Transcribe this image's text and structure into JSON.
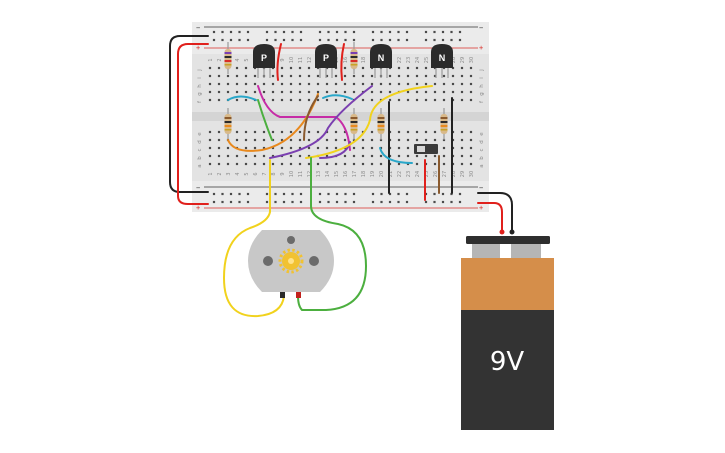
{
  "breadboard": {
    "column_numbers": [
      "1",
      "2",
      "3",
      "4",
      "5",
      "6",
      "7",
      "8",
      "9",
      "10",
      "11",
      "12",
      "13",
      "14",
      "15",
      "16",
      "17",
      "18",
      "19",
      "20",
      "21",
      "22",
      "23",
      "24",
      "25",
      "26",
      "27",
      "28",
      "29",
      "30"
    ],
    "row_letters_top": [
      "j",
      "i",
      "h",
      "g",
      "f"
    ],
    "row_letters_bottom": [
      "e",
      "d",
      "c",
      "b",
      "a"
    ],
    "rail_minus": "−",
    "rail_plus": "+"
  },
  "transistors": [
    {
      "label": "P"
    },
    {
      "label": "P"
    },
    {
      "label": "N"
    },
    {
      "label": "N"
    }
  ],
  "battery": {
    "label": "9V"
  },
  "colors": {
    "board": "#e3e3e3",
    "rail_red": "#d92d27",
    "rail_black": "#333333",
    "wire_red": "#e0201c",
    "wire_black": "#222222",
    "wire_yellow": "#f1d21d",
    "wire_green": "#4caf3f",
    "wire_blue": "#2aa7c9",
    "wire_magenta": "#c62ca6",
    "wire_purple": "#7a3fb0",
    "wire_orange": "#e8891e",
    "wire_brown": "#8a5a2e",
    "battery_top": "#d58e4a",
    "battery_body": "#333333",
    "motor_body": "#c8c8c8"
  }
}
